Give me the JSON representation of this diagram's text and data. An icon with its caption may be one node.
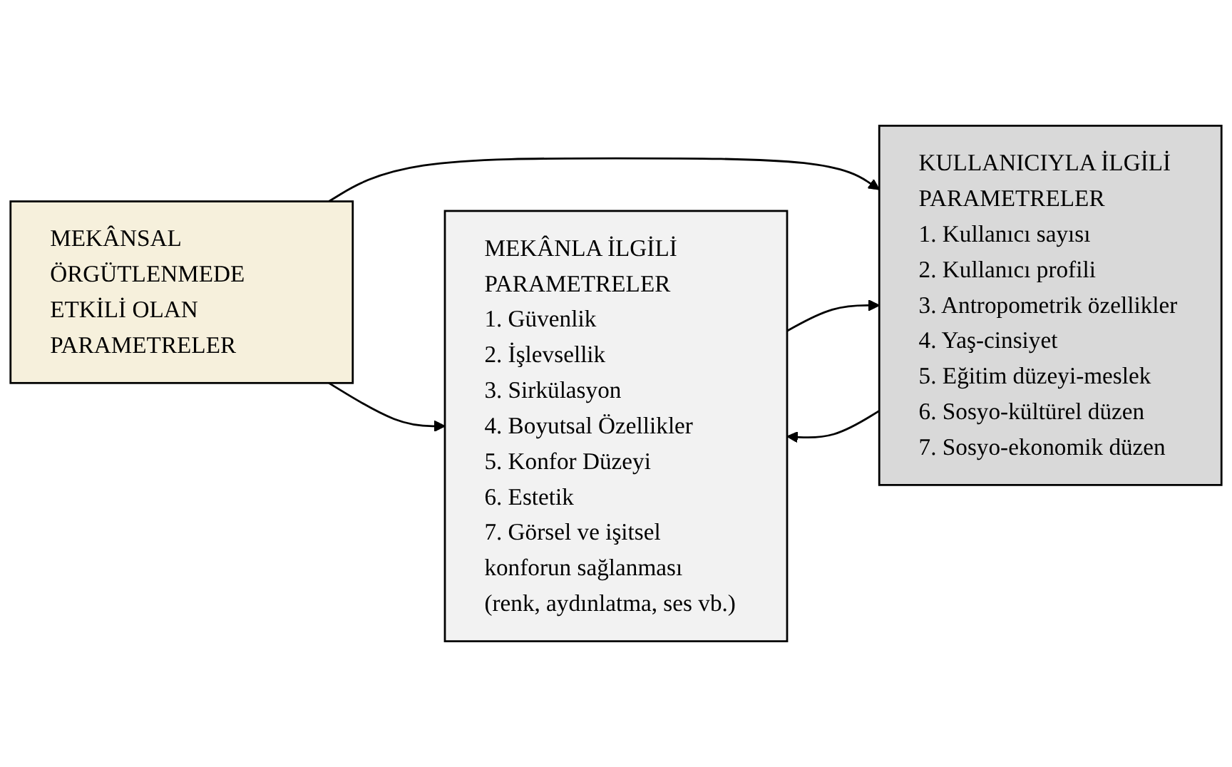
{
  "diagram": {
    "nodes": [
      {
        "text": [
          "MEKÂNSAL ÖRGÜTLENMEDE ETKİLİ OLAN PARAMETRELER"
        ]
      },
      {
        "text": [
          "MEKÂNLA İLGİLİ PARAMETRELER",
          "1. Güvenlik",
          "2. İşlevsellik",
          "3. Sirkülasyon",
          "4. Boyutsal Özellikler",
          "5. Konfor Düzeyi",
          "6. Estetik",
          "7. Görsel ve işitsel konforun sağlanması (renk, aydınlatma, ses vb.)"
        ]
      },
      {
        "text": [
          "KULLANICIYLA İLGİLİ PARAMETRELER",
          "1. Kullanıcı sayısı",
          "2. Kullanıcı profili",
          "3. Antropometrik özellikler",
          "4. Yaş-cinsiyet",
          "5. Eğitim düzeyi-meslek",
          "6. Sosyo-kültürel düzen",
          "7. Sosyo-ekonomik düzen"
        ]
      }
    ],
    "edges": [
      {
        "from": 0,
        "to": 1,
        "arrow": "to"
      },
      {
        "from": 0,
        "to": 2,
        "arrow": "to"
      },
      {
        "from": 1,
        "to": 2,
        "arrow": "to"
      },
      {
        "from": 2,
        "to": 1,
        "arrow": "to"
      }
    ]
  }
}
